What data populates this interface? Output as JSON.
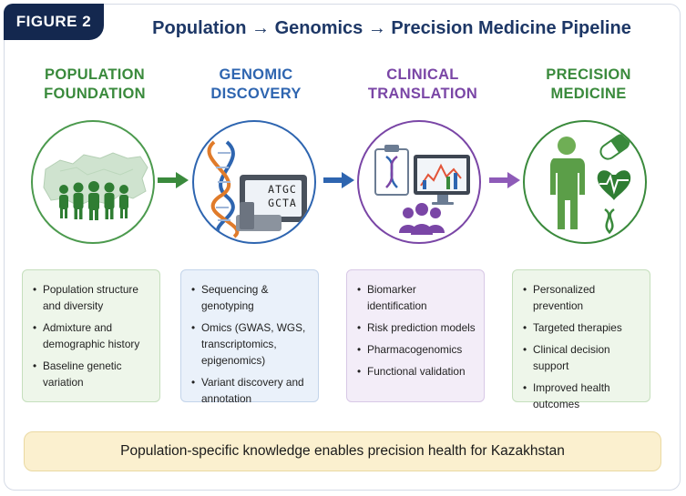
{
  "figure_label": "FIGURE 2",
  "title": "Population → Genomics → Precision Medicine Pipeline",
  "stages": [
    {
      "title_lines": [
        "POPULATION",
        "FOUNDATION"
      ],
      "color": "#3a8a3c",
      "icon": "population-map-icon",
      "items": [
        "Population structure and diversity",
        "Admixture and demographic history",
        "Baseline genetic variation"
      ]
    },
    {
      "title_lines": [
        "GENOMIC",
        "DISCOVERY"
      ],
      "color": "#2e65b0",
      "icon": "dna-sequencer-icon",
      "dna_text": [
        "ATGC",
        "GCTA"
      ],
      "items": [
        "Sequencing & genotyping",
        "Omics (GWAS, WGS, transcriptomics, epigenomics)",
        "Variant discovery and annotation"
      ]
    },
    {
      "title_lines": [
        "CLINICAL",
        "TRANSLATION"
      ],
      "color": "#7a46a6",
      "icon": "clinical-dashboard-icon",
      "items": [
        "Biomarker identification",
        "Risk prediction models",
        "Pharmacogenomics",
        "Functional validation"
      ]
    },
    {
      "title_lines": [
        "PRECISION",
        "MEDICINE"
      ],
      "color": "#3a8a3c",
      "icon": "patient-care-icon",
      "items": [
        "Personalized prevention",
        "Targeted therapies",
        "Clinical decision support",
        "Improved health outcomes"
      ]
    }
  ],
  "banner": "Population-specific knowledge enables precision health for Kazakhstan"
}
